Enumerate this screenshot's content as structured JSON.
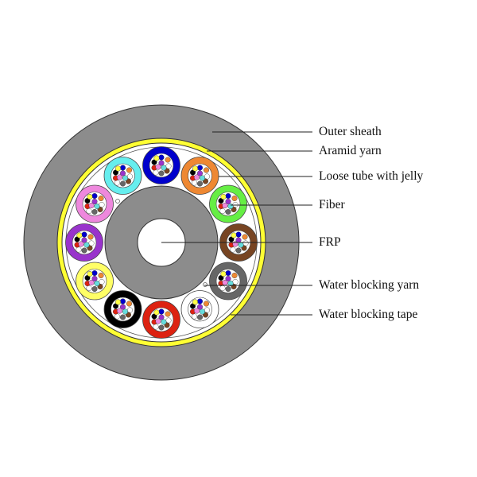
{
  "labels": {
    "outer_sheath": "Outer sheath",
    "aramid_yarn": "Aramid yarn",
    "loose_tube": "Loose tube with jelly",
    "fiber": "Fiber",
    "frp": "FRP",
    "water_blocking_yarn": "Water blocking yarn",
    "water_blocking_tape": "Water blocking tape"
  },
  "colors": {
    "sheath": "#8c8c8c",
    "aramid": "#ffff33",
    "core": "#8c8c8c",
    "frp": "#ffffff"
  },
  "tube_colors": [
    "#0000cc",
    "#ee8833",
    "#66ee44",
    "#774422",
    "#666666",
    "#ffffff",
    "#dd2211",
    "#000000",
    "#ffff66",
    "#9933cc",
    "#ee88dd",
    "#66eeee"
  ],
  "fiber_colors": [
    "#0000cc",
    "#ee8833",
    "#ffffff",
    "#774422",
    "#666666",
    "#ffffff",
    "#dd2211",
    "#000000",
    "#ffff44",
    "#9933cc",
    "#ee88dd",
    "#66dddd"
  ]
}
